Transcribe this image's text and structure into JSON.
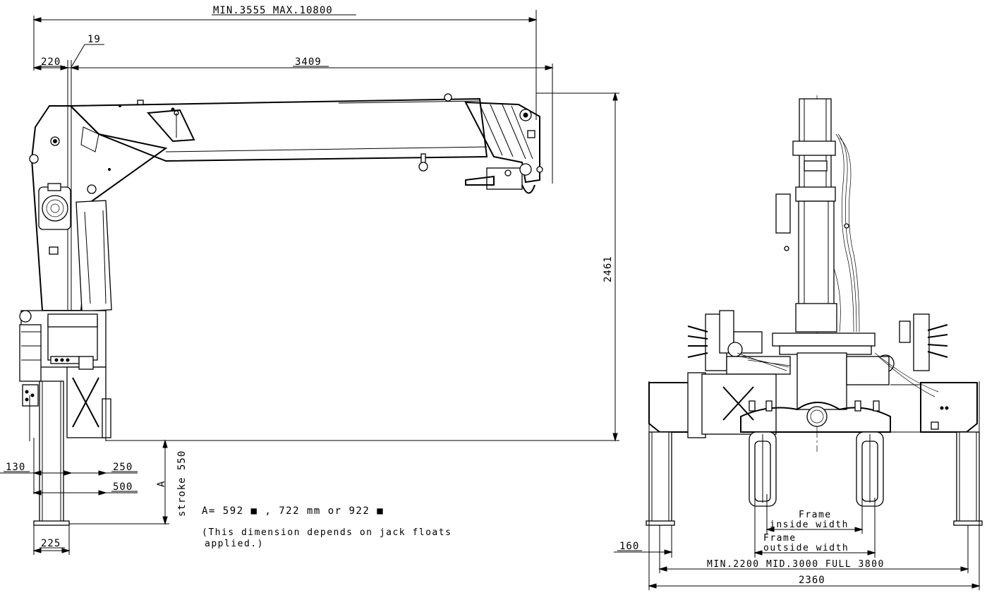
{
  "side_view": {
    "overall_length": "MIN.3555 MAX.10800",
    "offset_19": "19",
    "offset_220": "220",
    "boom_length": "3409",
    "height": "2461",
    "dim_130": "130",
    "dim_250": "250",
    "dim_500": "500",
    "stroke_a": "A",
    "stroke_label": "stroke 550",
    "foot_225": "225",
    "note_line1": "A= 592 ■ , 722 mm or 922 ■",
    "note_line2": "(This dimension depends on jack floats",
    "note_line3": "applied.)"
  },
  "front_view": {
    "frame_inside_1": "Frame",
    "frame_inside_2": "inside width",
    "frame_outside_1": "Frame",
    "frame_outside_2": "outside width",
    "dim_160": "160",
    "outrigger_span": "MIN.2200 MID.3000 FULL 3800",
    "overall_width": "2360"
  }
}
